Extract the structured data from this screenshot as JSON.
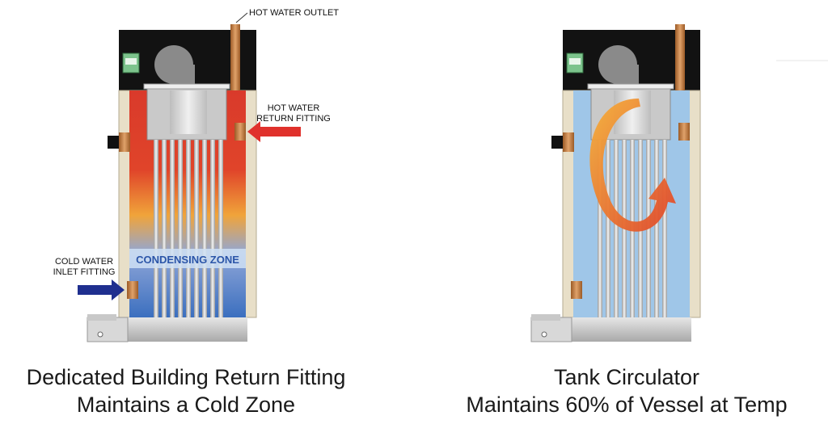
{
  "left_panel": {
    "labels": {
      "hot_outlet": "HOT WATER OUTLET",
      "hot_return_1": "HOT WATER",
      "hot_return_2": "RETURN FITTING",
      "cold_inlet_1": "COLD WATER",
      "cold_inlet_2": "INLET FITTING",
      "zone": "CONDENSING ZONE"
    },
    "caption_line1": "Dedicated Building Return Fitting",
    "caption_line2": "Maintains a Cold Zone"
  },
  "right_panel": {
    "caption_line1": "Tank Circulator",
    "caption_line2": "Maintains 60% of Vessel at Temp"
  },
  "colors": {
    "hot": "#d93a2b",
    "mid": "#f0a43a",
    "cold": "#4a7fc4",
    "tank_blue": "#9fc6e8",
    "jacket": "#e8dfc8",
    "arrow_red": "#e0312c",
    "arrow_blue": "#1f2f8f",
    "swirl_orange": "#f29a2e"
  }
}
